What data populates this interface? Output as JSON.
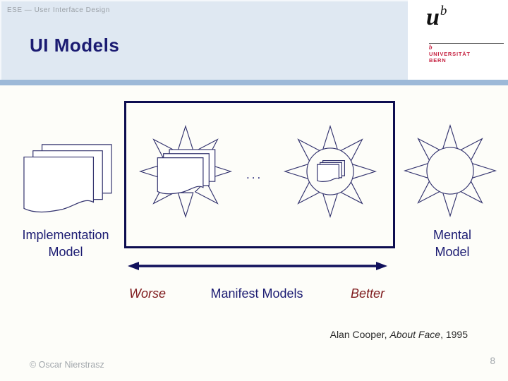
{
  "slide": {
    "eyebrow": "ESE — User Interface Design",
    "title": "UI Models",
    "footer_copyright": "© Oscar Nierstrasz",
    "page_number": "8"
  },
  "logo": {
    "mark": "u",
    "mark_sup": "b",
    "apostrophe": "b",
    "name_line1": "UNIVERSITÄT",
    "name_line2": "BERN"
  },
  "diagram": {
    "implementation_label_line1": "Implementation",
    "implementation_label_line2": "Model",
    "mental_label_line1": "Mental",
    "mental_label_line2": "Model",
    "ellipsis": "...",
    "axis": {
      "left": "Worse",
      "center": "Manifest Models",
      "right": "Better"
    }
  },
  "attribution": {
    "prefix": "Alan Cooper, ",
    "work_italic": "About Face",
    "suffix": ", 1995"
  },
  "colors": {
    "header_bg": "#dfe8f2",
    "accent_bar": "#9db9d8",
    "navy_text": "#1b1b72",
    "box_border": "#0d0d50",
    "shape_outline": "#33336e",
    "dark_red": "#7e1a1c",
    "logo_red": "#c51f3e",
    "muted_gray": "#a2a7ac"
  }
}
